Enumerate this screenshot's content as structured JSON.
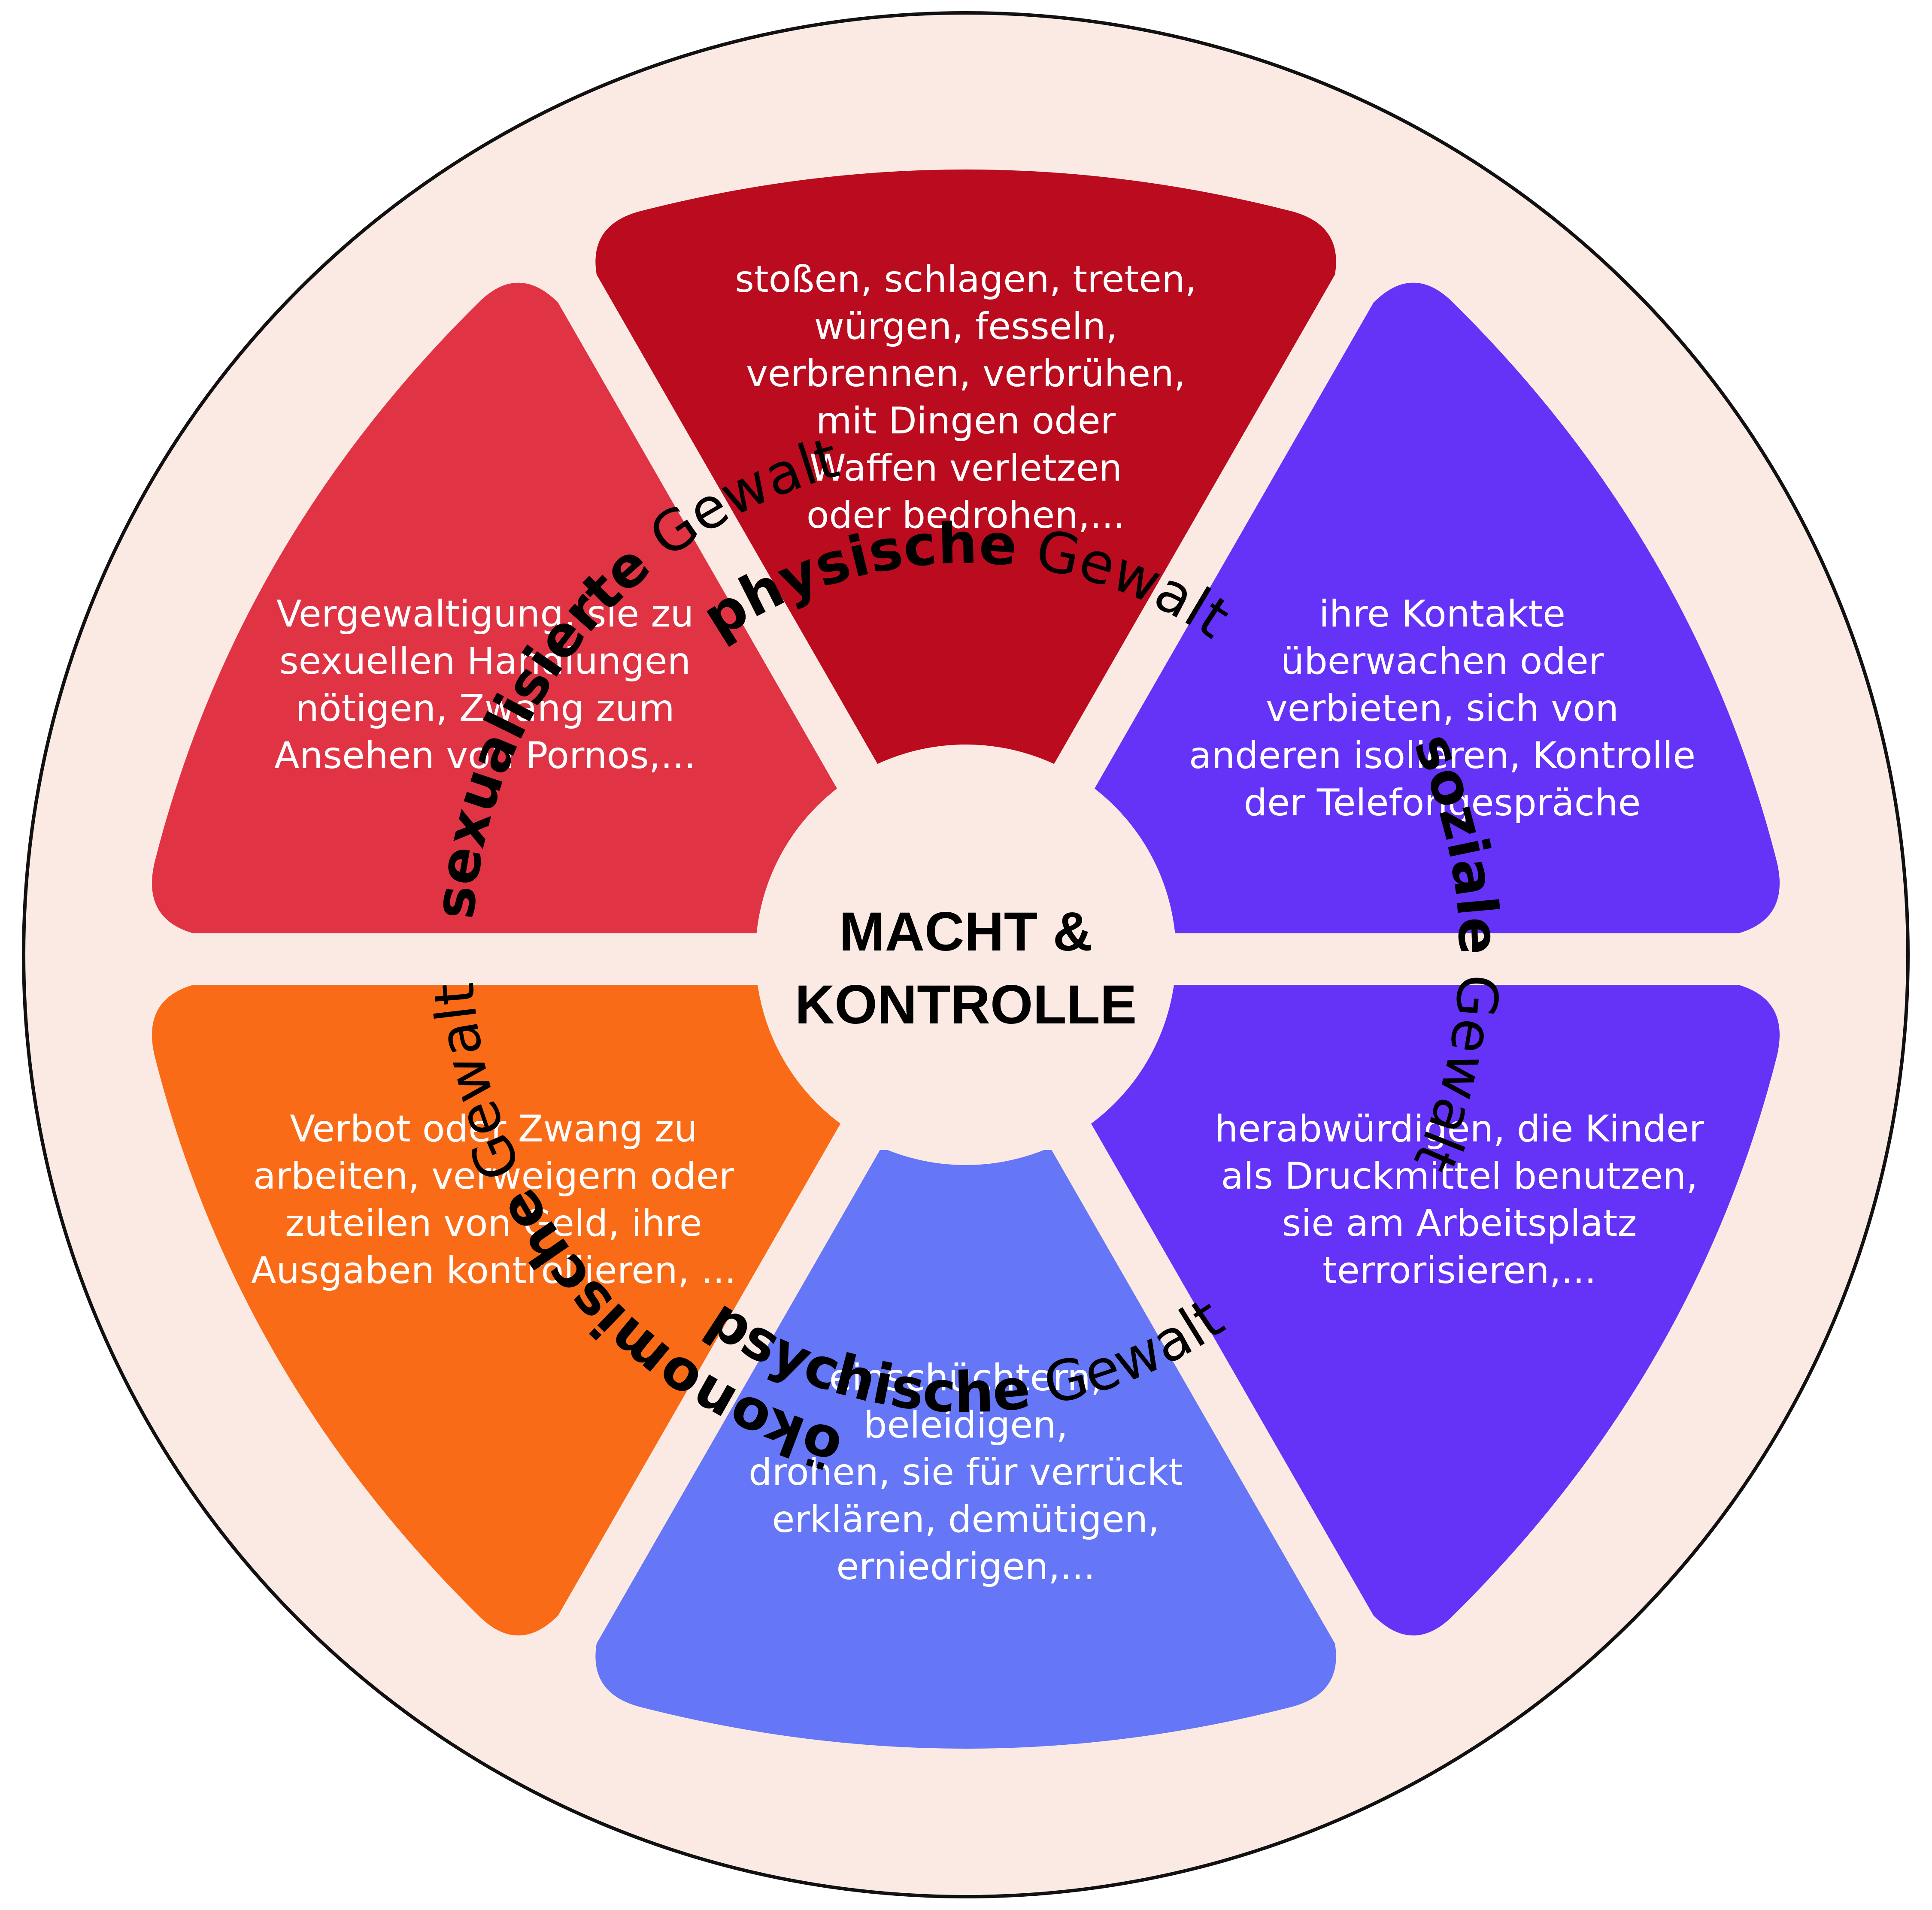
{
  "colors": {
    "ring": "#FBEAE3",
    "center": "#FBEAE3",
    "outline": "#111111",
    "physisch": "#BA0B1F",
    "sexualisiert": "#E03445",
    "sozial_top": "#6532F8",
    "sozial_bottom": "#6532F8",
    "psychisch": "#6576F7",
    "oekonomisch": "#FA6B17"
  },
  "center": {
    "line1": "MACHT &",
    "line2": "KONTROLLE"
  },
  "ring_labels": {
    "top": {
      "bold": "physische",
      "light": " Gewalt"
    },
    "right": {
      "bold": "soziale",
      "light": " Gewalt"
    },
    "bottom": {
      "bold": "psychische",
      "light": " Gewalt"
    },
    "upper_left": {
      "bold": "sexualisierte",
      "light": " Gewalt"
    },
    "lower_left": {
      "bold": "ökonomische",
      "light": " Gewalt"
    }
  },
  "segments": {
    "top": {
      "lines": [
        "stoßen, schlagen, treten,",
        "würgen, fesseln,",
        "verbrennen, verbrühen,",
        "mit Dingen oder",
        "Waffen verletzen",
        "oder bedrohen,..."
      ]
    },
    "upper_right": {
      "lines": [
        "ihre Kontakte",
        "überwachen oder",
        "verbieten, sich von",
        "anderen isolieren, Kontrolle",
        "der Telefongespräche"
      ]
    },
    "lower_right": {
      "lines": [
        "herabwürdigen, die Kinder",
        "als Druckmittel benutzen,",
        "sie am Arbeitsplatz",
        "terrorisieren,..."
      ]
    },
    "bottom": {
      "lines": [
        "einschüchtern,",
        "beleidigen,",
        "drohen, sie für verrückt",
        "erklären, demütigen,",
        "erniedrigen,..."
      ]
    },
    "lower_left": {
      "lines": [
        "Verbot oder Zwang zu",
        "arbeiten, verweigern oder",
        "zuteilen von Geld, ihre",
        "Ausgaben kontrollieren, ..."
      ]
    },
    "upper_left": {
      "lines": [
        "Vergewaltigung, sie zu",
        "sexuellen Handlungen",
        "nötigen, Zwang zum",
        "Ansehen von Pornos,..."
      ]
    }
  }
}
